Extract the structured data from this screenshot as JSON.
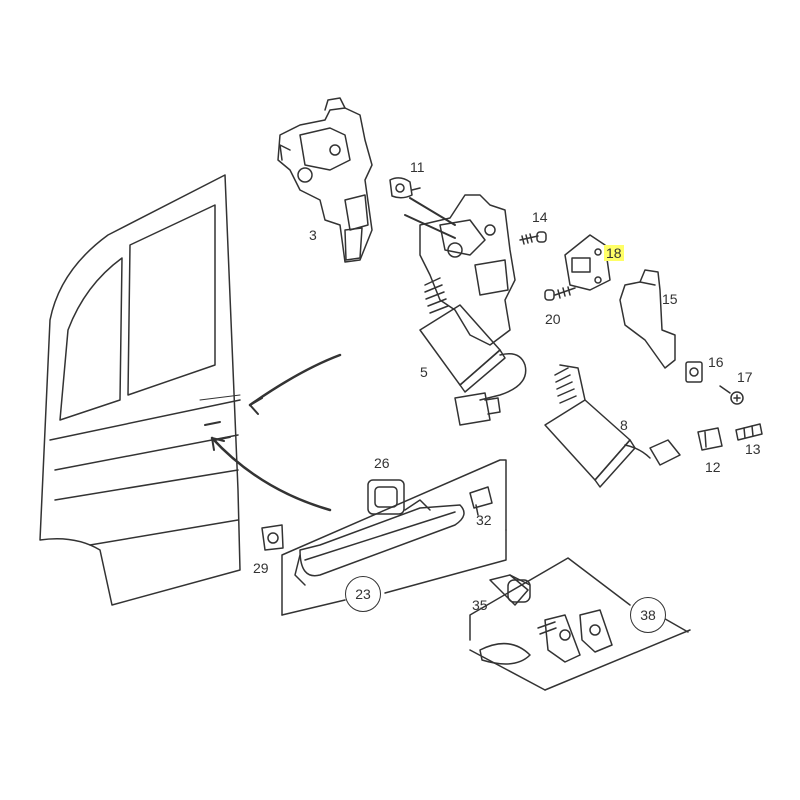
{
  "diagram": {
    "highlight_color": "#ffff66",
    "line_color": "#333333",
    "labels": {
      "p3": "3",
      "p5": "5",
      "p8": "8",
      "p11": "11",
      "p12": "12",
      "p13": "13",
      "p14": "14",
      "p15": "15",
      "p16": "16",
      "p17": "17",
      "p18": "18",
      "p20": "20",
      "p23": "23",
      "p26": "26",
      "p29": "29",
      "p32": "32",
      "p35": "35",
      "p38": "38"
    }
  }
}
